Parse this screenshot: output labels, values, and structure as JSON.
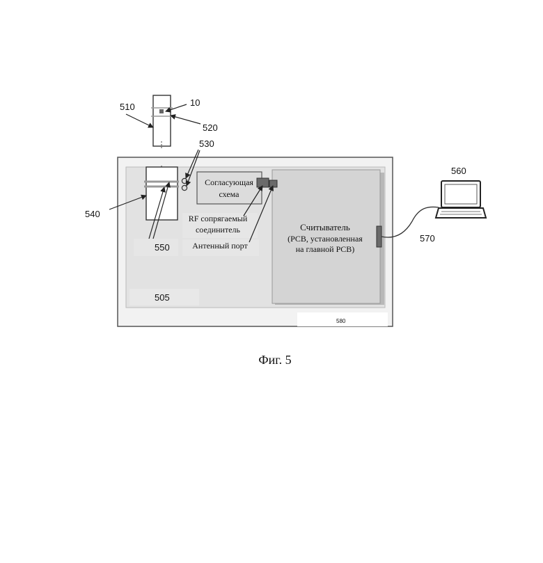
{
  "labels": {
    "ref_10": "10",
    "ref_510": "510",
    "ref_520": "520",
    "ref_530": "530",
    "ref_540": "540",
    "ref_550": "550",
    "ref_505": "505",
    "ref_560": "560",
    "ref_570": "570",
    "ref_580": "580"
  },
  "matching_circuit": {
    "line1": "Согласующая",
    "line2": "схема"
  },
  "rf_connector": {
    "line1": "RF сопрягаемый",
    "line2": "соединитель"
  },
  "antenna_port": "Антенный порт",
  "reader": {
    "line1": "Считыватель",
    "line2": "(PCB, установленная",
    "line3": "на главной PCB)"
  },
  "caption": "Фиг. 5",
  "icons": [
    "tag-card",
    "laptop-icon",
    "antenna-port-circles",
    "rf-connector-blocks",
    "side-connector"
  ],
  "colors": {
    "outer_frame": "#f2f2f2",
    "inner_board": "#e2e2e2",
    "reader_board": "#d4d4d4",
    "connector": "#6a6a6a",
    "stroke": "#333333"
  }
}
